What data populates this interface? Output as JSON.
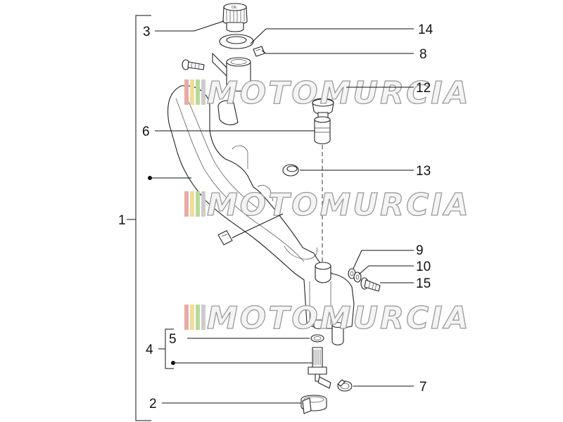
{
  "watermark": {
    "text": "MOTOMURCIA",
    "stripe_colors": [
      "#e9a9a7",
      "#f0dc9a",
      "#b9d99a",
      "#cccccc"
    ]
  },
  "callouts": {
    "c1": "1",
    "c2": "2",
    "c3": "3",
    "c4": "4",
    "c5": "5",
    "c6": "6",
    "c7": "7",
    "c8": "8",
    "c9": "9",
    "c10": "10",
    "c12": "12",
    "c13": "13",
    "c14": "14",
    "c15": "15"
  }
}
